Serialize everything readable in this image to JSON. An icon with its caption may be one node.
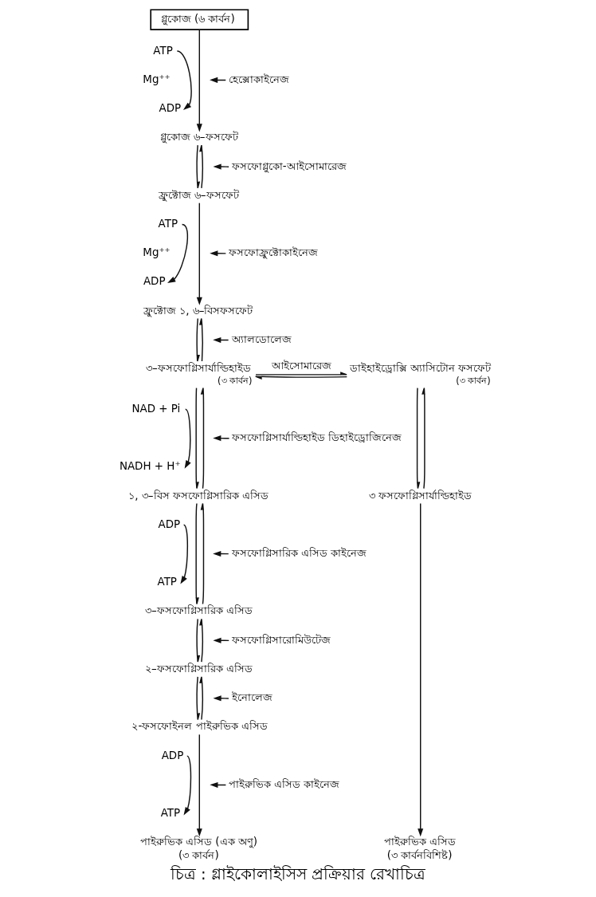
{
  "diagram": {
    "caption": "চিত্র : গ্লাইকোলাইসিস প্রক্রিয়ার রেখাচিত্র",
    "nodes": [
      {
        "text": [
          "গ্লুকোজ (৬ কার্বন)"
        ]
      },
      {
        "text": [
          "ATP"
        ]
      },
      {
        "text": [
          "ADP"
        ]
      },
      {
        "text": [
          "হেক্সোকাইনেজ"
        ]
      },
      {
        "text": [
          "গ্লুকোজ ৬–ফসফেট"
        ]
      },
      {
        "text": [
          "ফসফোগ্লুকো-আইসোমারেজ"
        ]
      },
      {
        "text": [
          "ফ্রুক্টোজ ৬–ফসফেট"
        ]
      },
      {
        "text": [
          "ATP"
        ]
      },
      {
        "text": [
          "ADP"
        ]
      },
      {
        "text": [
          "ফসফোফ্রুক্টোকাইনেজ"
        ]
      },
      {
        "text": [
          "ফ্রুক্টোজ ১, ৬–বিসফসফেট"
        ]
      },
      {
        "text": [
          "অ্যালডোলেজ"
        ]
      },
      {
        "text": [
          "৩–ফসফোগ্লিসার্যাল্ডিহাইড"
        ],
        "beside": [
          "(৩ কার্বন)"
        ]
      },
      {
        "text": [
          "ডাইহাইড্রোক্সি অ্যাসিটোন ফসফেট"
        ],
        "beside": [
          "(৩ কার্বন)"
        ]
      },
      {
        "text": [
          "NAD + Pi"
        ]
      },
      {
        "text": [
          "NADH + H⁺"
        ]
      },
      {
        "text": [
          "ফসফোগ্লিসার্যাল্ডিহাইড ডিহাইড্রোজিনেজ"
        ]
      },
      {
        "text": [
          "১, ৩–বিস ফসফোগ্লিসারিক এসিড"
        ]
      },
      {
        "text": [
          "৩ ফসফোগ্লিসার্যাল্ডিহাইড"
        ]
      },
      {
        "text": [
          "ADP"
        ]
      },
      {
        "text": [
          "ATP"
        ]
      },
      {
        "text": [
          "ফসফোগ্লিসারিক এসিড কাইনেজ"
        ]
      },
      {
        "text": [
          "৩–ফসফোগ্লিসারিক এসিড"
        ]
      },
      {
        "text": [
          "ফসফোগ্লিসারোমিউটেজ"
        ]
      },
      {
        "text": [
          "২–ফসফোগ্লিসারিক এসিড"
        ]
      },
      {
        "text": [
          "ইনোলেজ"
        ]
      },
      {
        "text": [
          "২-ফসফোইনল পাইরুভিক এসিড"
        ]
      },
      {
        "text": [
          "ADP"
        ]
      },
      {
        "text": [
          "ATP"
        ]
      },
      {
        "text": [
          "পাইরুভিক এসিড কাইনেজ"
        ]
      },
      {
        "text": [
          "পাইরুভিক এসিড (এক অণু)",
          "(৩ কার্বন)"
        ]
      },
      {
        "text": [
          "পাইরুভিক এসিড",
          "(৩ কার্বনবিশিষ্ট)"
        ]
      }
    ],
    "edges": [
      {
        "from": 0,
        "to": 4,
        "arrow": "to"
      },
      {
        "from": 1,
        "to": 2,
        "arrow": "to"
      },
      {
        "from": 3,
        "to": null,
        "arrow": "to"
      },
      {
        "from": 4,
        "to": 6,
        "arrow": "to"
      },
      {
        "from": 6,
        "to": 4,
        "arrow": "to"
      },
      {
        "from": 5,
        "to": null,
        "arrow": "to"
      },
      {
        "from": 6,
        "to": 10,
        "arrow": "to"
      },
      {
        "from": 7,
        "to": 8,
        "arrow": "to"
      },
      {
        "from": 9,
        "to": null,
        "arrow": "to"
      },
      {
        "from": 10,
        "to": 12,
        "arrow": "to"
      },
      {
        "from": 12,
        "to": 10,
        "arrow": "to"
      },
      {
        "from": 11,
        "to": null,
        "arrow": "to"
      },
      {
        "from": 12,
        "to": 13,
        "arrow": "to",
        "label": "আইসোমারেজ"
      },
      {
        "from": 13,
        "to": 12,
        "arrow": "to"
      },
      {
        "from": 12,
        "to": 17,
        "arrow": "to"
      },
      {
        "from": 17,
        "to": 12,
        "arrow": "to"
      },
      {
        "from": 14,
        "to": 15,
        "arrow": "to"
      },
      {
        "from": 16,
        "to": null,
        "arrow": "to"
      },
      {
        "from": 13,
        "to": 18,
        "arrow": "to"
      },
      {
        "from": 18,
        "to": 13,
        "arrow": "to"
      },
      {
        "from": 17,
        "to": 22,
        "arrow": "to"
      },
      {
        "from": 22,
        "to": 17,
        "arrow": "to"
      },
      {
        "from": 19,
        "to": 20,
        "arrow": "to"
      },
      {
        "from": 21,
        "to": null,
        "arrow": "to"
      },
      {
        "from": 22,
        "to": 24,
        "arrow": "to"
      },
      {
        "from": 24,
        "to": 22,
        "arrow": "to"
      },
      {
        "from": 23,
        "to": null,
        "arrow": "to"
      },
      {
        "from": 24,
        "to": 26,
        "arrow": "to"
      },
      {
        "from": 26,
        "to": 24,
        "arrow": "to"
      },
      {
        "from": 25,
        "to": null,
        "arrow": "to"
      },
      {
        "from": 26,
        "to": 30,
        "arrow": "to"
      },
      {
        "from": 27,
        "to": 28,
        "arrow": "to"
      },
      {
        "from": 29,
        "to": null,
        "arrow": "to"
      },
      {
        "from": 18,
        "to": 31,
        "arrow": "to"
      }
    ],
    "labels": [
      "Mg⁺⁺",
      "Mg⁺⁺"
    ]
  }
}
